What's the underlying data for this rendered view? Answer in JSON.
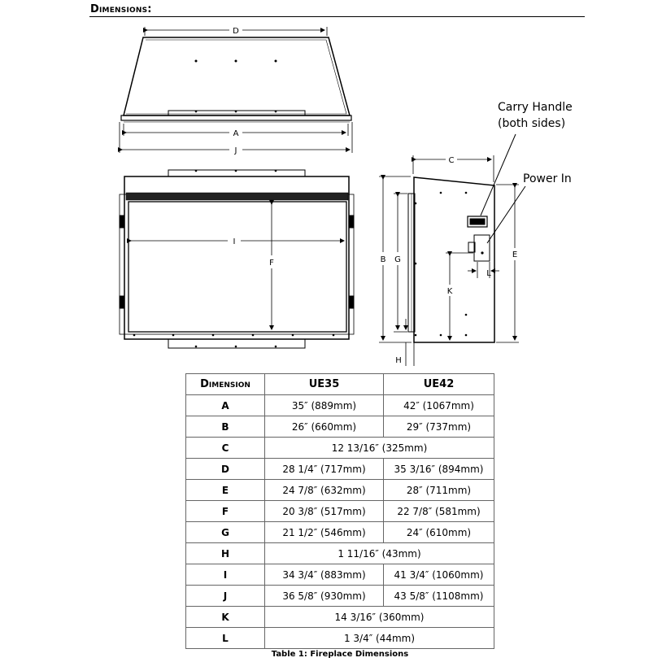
{
  "section_heading": "Dimensions:",
  "drawing_labels": {
    "A": "A",
    "B": "B",
    "C": "C",
    "D": "D",
    "E": "E",
    "F": "F",
    "G": "G",
    "H": "H",
    "I": "I",
    "J": "J",
    "K": "K",
    "L": "L"
  },
  "callouts": {
    "carry_handle_line1": "Carry Handle",
    "carry_handle_line2": "(both sides)",
    "power_in": "Power In"
  },
  "table": {
    "headers": [
      "Dimension",
      "UE35",
      "UE42"
    ],
    "rows": [
      {
        "key": "A",
        "ue35": "35″ (889mm)",
        "ue42": "42″ (1067mm)"
      },
      {
        "key": "B",
        "ue35": "26″ (660mm)",
        "ue42": "29″ (737mm)"
      },
      {
        "key": "C",
        "both": "12 13/16″ (325mm)"
      },
      {
        "key": "D",
        "ue35": "28 1/4″ (717mm)",
        "ue42": "35 3/16″ (894mm)"
      },
      {
        "key": "E",
        "ue35": "24 7/8″ (632mm)",
        "ue42": "28″ (711mm)"
      },
      {
        "key": "F",
        "ue35": "20 3/8″ (517mm)",
        "ue42": "22 7/8″ (581mm)"
      },
      {
        "key": "G",
        "ue35": "21 1/2″ (546mm)",
        "ue42": "24″ (610mm)"
      },
      {
        "key": "H",
        "both": "1 11/16″ (43mm)"
      },
      {
        "key": "I",
        "ue35": "34 3/4″ (883mm)",
        "ue42": "41 3/4″ (1060mm)"
      },
      {
        "key": "J",
        "ue35": "36 5/8″ (930mm)",
        "ue42": "43 5/8″ (1108mm)"
      },
      {
        "key": "K",
        "both": "14 3/16″ (360mm)"
      },
      {
        "key": "L",
        "both": "1 3/4″ (44mm)"
      }
    ]
  },
  "caption": "Table 1: Fireplace Dimensions"
}
